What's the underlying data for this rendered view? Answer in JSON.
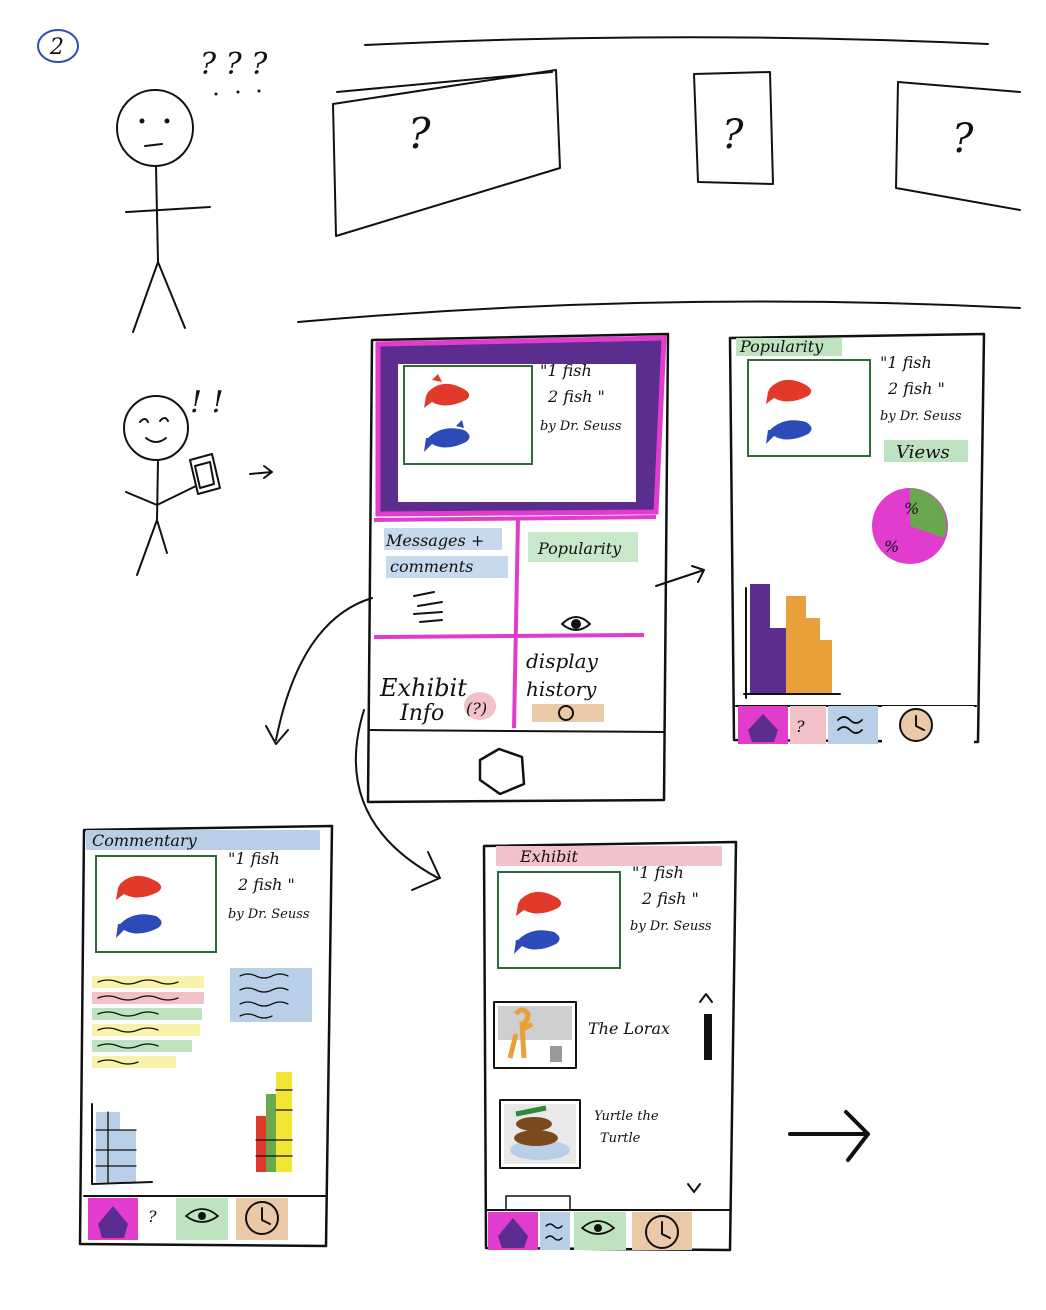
{
  "page": {
    "step_number": "2",
    "confused_marks": "? ? ?",
    "excited_marks": "! !"
  },
  "exhibit_placeholders": [
    "?",
    "?",
    "?"
  ],
  "artwork": {
    "title_line1": "\"1 fish",
    "title_line2": "2 fish \"",
    "author": "by Dr. Seuss"
  },
  "phone_main": {
    "tiles": {
      "messages_line1": "Messages +",
      "messages_line2": "comments",
      "popularity": "Popularity",
      "exhibit_info_line1": "Exhibit",
      "exhibit_info_line2": "Info",
      "exhibit_info_badge": "(?)",
      "display_history_line1": "display",
      "display_history_line2": "history"
    }
  },
  "screen_popularity": {
    "header": "Popularity",
    "views_label": "Views",
    "pie_label_1": "%",
    "pie_label_2": "%",
    "colors": {
      "purple": "#5b2d8e",
      "orange": "#e8a13a",
      "magenta": "#e23ccf",
      "green": "#6aa84f"
    }
  },
  "screen_commentary": {
    "header": "Commentary"
  },
  "screen_exhibit": {
    "header": "Exhibit",
    "items": [
      {
        "title": "The Lorax"
      },
      {
        "title_line1": "Yurtle the",
        "title_line2": "Turtle"
      }
    ]
  },
  "nav_bar": {
    "info_label": "?",
    "icons": [
      "home-icon",
      "info-icon",
      "messages-icon",
      "eye-icon",
      "history-icon"
    ]
  },
  "highlight_colors": {
    "blue": "#b9cfe8",
    "green": "#bfe3c0",
    "pink": "#f3c1c8",
    "tan": "#e9c9a8",
    "yellow": "#f8f3a8"
  }
}
